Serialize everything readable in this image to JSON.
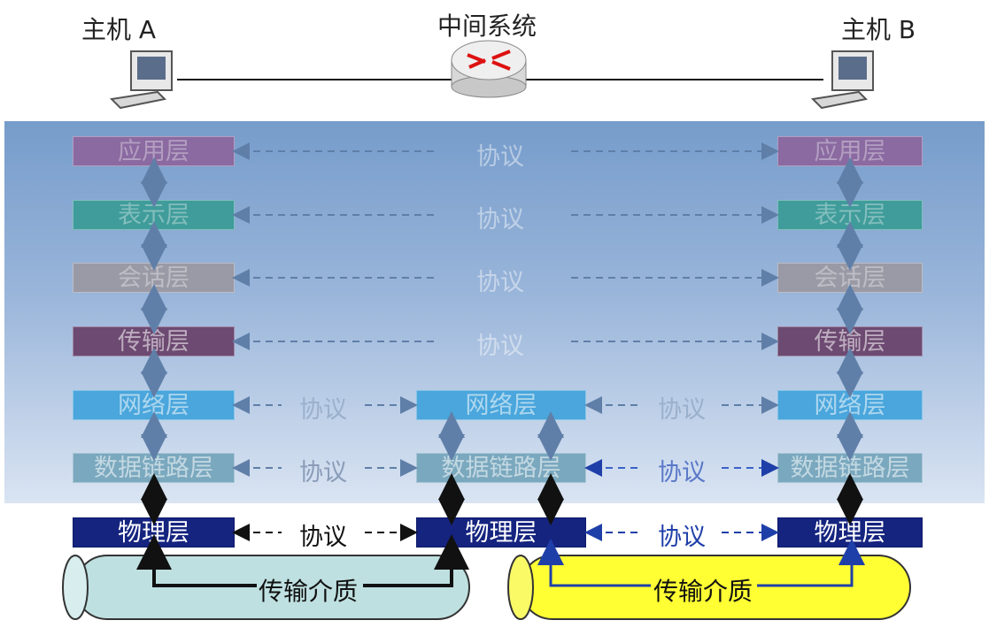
{
  "hosts": {
    "a_label": "主机 A",
    "mid_label": "中间系统",
    "b_label": "主机 B"
  },
  "layers": {
    "application": "应用层",
    "presentation": "表示层",
    "session": "会话层",
    "transport": "传输层",
    "network": "网络层",
    "datalink": "数据链路层",
    "physical": "物理层"
  },
  "protocol_label": "协议",
  "medium_label": "传输介质",
  "colors": {
    "application": "#8a6aa0",
    "presentation": "#3f9c9a",
    "session": "#9a9aa6",
    "transport": "#6d4a72",
    "network": "#4aa6dc",
    "datalink": "#7aa8be",
    "physical": "#15247f",
    "pipe_left": "#bfe0e0",
    "pipe_right": "#ffff33",
    "overlay": "#7b9fce"
  },
  "icons": {
    "host_a": "desktop-computer-icon",
    "router": "router-icon",
    "host_b": "desktop-computer-icon"
  }
}
